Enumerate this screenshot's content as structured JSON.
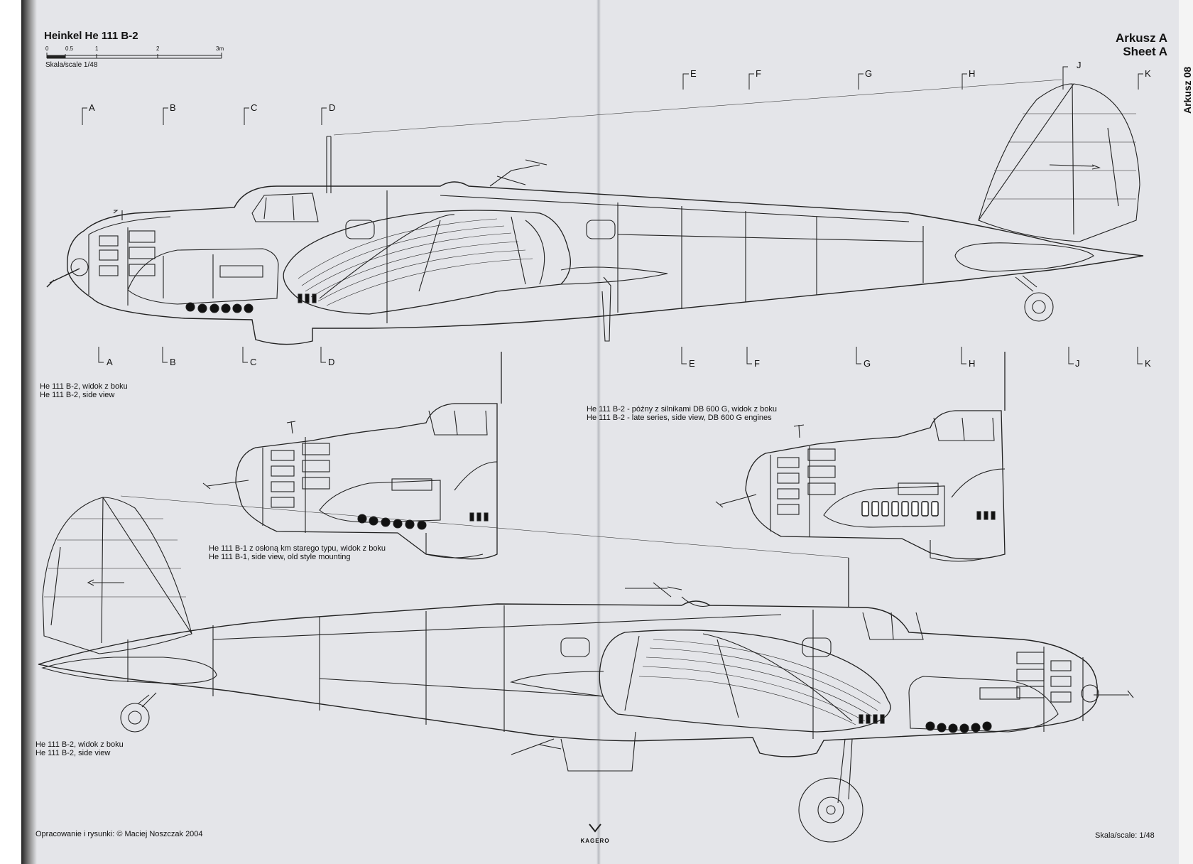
{
  "header": {
    "title": "Heinkel He 111 B-2",
    "scale_ticks": [
      "0",
      "0.5",
      "1",
      "2",
      "3m"
    ],
    "scale_label": "Skala/scale 1/48",
    "sheet_pl": "Arkusz A",
    "sheet_en": "Sheet A",
    "side_tab": "Arkusz 08"
  },
  "section_markers_top_upper": [
    "E",
    "F",
    "G",
    "H",
    "J",
    "K"
  ],
  "section_markers_top_lower": [
    "A",
    "B",
    "C",
    "D"
  ],
  "section_markers_bottom": [
    "A",
    "B",
    "C",
    "D",
    "E",
    "F",
    "G",
    "H",
    "J",
    "K"
  ],
  "captions": {
    "main_top": [
      "He 111 B-2, widok z boku",
      "He 111 B-2, side view"
    ],
    "late_series": [
      "He 111 B-2 - późny z silnikami DB 600 G, widok z boku",
      "He 111 B-2 - late series, side view, DB 600 G engines"
    ],
    "b1": [
      "He 111 B-1 z osłoną km starego typu, widok z boku",
      "He 111 B-1, side view, old style mounting"
    ],
    "main_bottom": [
      "He 111 B-2, widok z boku",
      "He 111 B-2, side view"
    ]
  },
  "footer": {
    "credit": "Opracowanie i rysunki: © Maciej Noszczak 2004",
    "publisher_logo": "KAGERO",
    "scale": "Skala/scale: 1/48"
  }
}
